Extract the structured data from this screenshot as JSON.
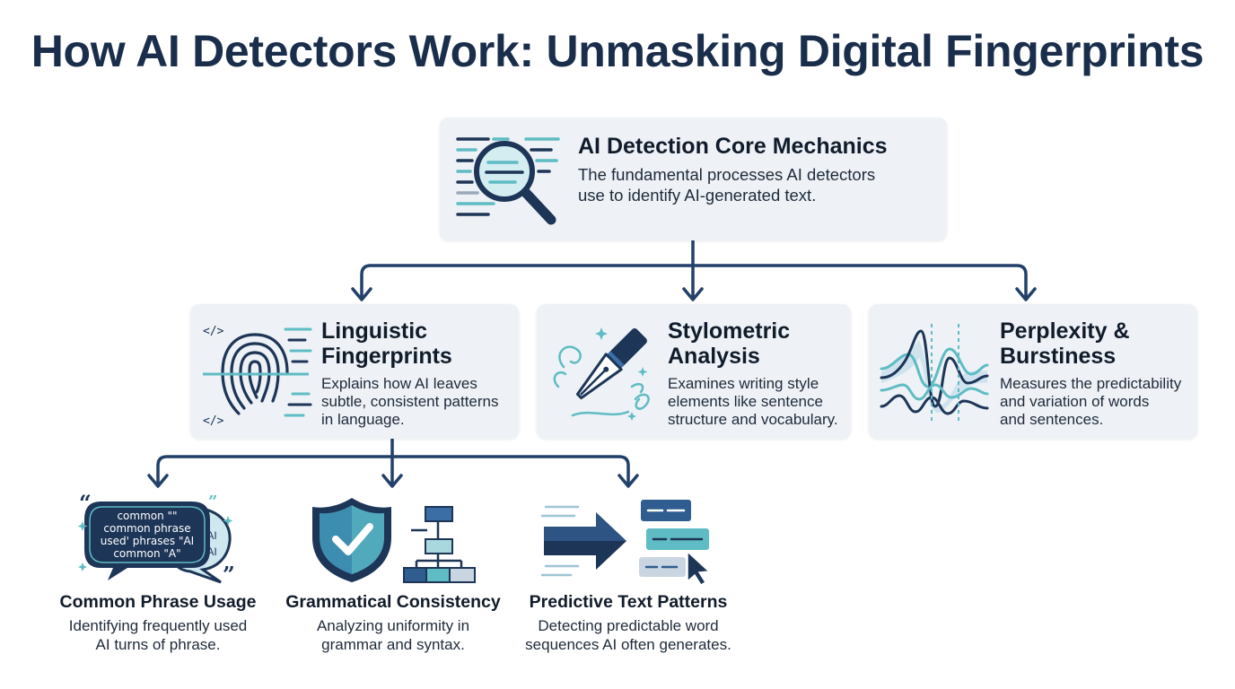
{
  "title": "How AI Detectors Work: Unmasking Digital Fingerprints",
  "core": {
    "title": "AI Detection Core Mechanics",
    "description_lines": [
      "The fundamental processes AI detectors",
      "use to identify AI-generated text."
    ],
    "icon": "magnifying-glass-icon"
  },
  "branches": [
    {
      "title_lines": [
        "Linguistic",
        "Fingerprints"
      ],
      "description_lines": [
        "Explains how AI leaves",
        "subtle, consistent patterns",
        "in language."
      ],
      "icon": "fingerprint-icon",
      "code_tag": "</>"
    },
    {
      "title_lines": [
        "Stylometric",
        "Analysis"
      ],
      "description_lines": [
        "Examines writing style",
        "elements like sentence",
        "structure and vocabulary."
      ],
      "icon": "fountain-pen-icon"
    },
    {
      "title_lines": [
        "Perplexity &",
        "Burstiness"
      ],
      "description_lines": [
        "Measures the predictability",
        "and variation of words",
        "and sentences."
      ],
      "icon": "waveform-icon"
    }
  ],
  "leaves": [
    {
      "title": "Common Phrase Usage",
      "description_lines": [
        "Identifying frequently used",
        "AI turns of phrase."
      ],
      "icon": "speech-bubbles-icon",
      "bubble_lines": [
        "common \"\"",
        "common phrase",
        "used' phrases \"AI",
        "common \"A\""
      ],
      "bubble_side_text": [
        "AI",
        "AI"
      ]
    },
    {
      "title": "Grammatical Consistency",
      "description_lines": [
        "Analyzing uniformity in",
        "grammar and syntax."
      ],
      "icon": "shield-check-icon"
    },
    {
      "title": "Predictive Text Patterns",
      "description_lines": [
        "Detecting predictable word",
        "sequences AI often generates."
      ],
      "icon": "arrow-cursor-icon"
    }
  ],
  "colors": {
    "navy": "#1a2e4c",
    "teal": "#5fbcc4",
    "card_bg": "#eef2f6",
    "connector": "#22406a"
  }
}
